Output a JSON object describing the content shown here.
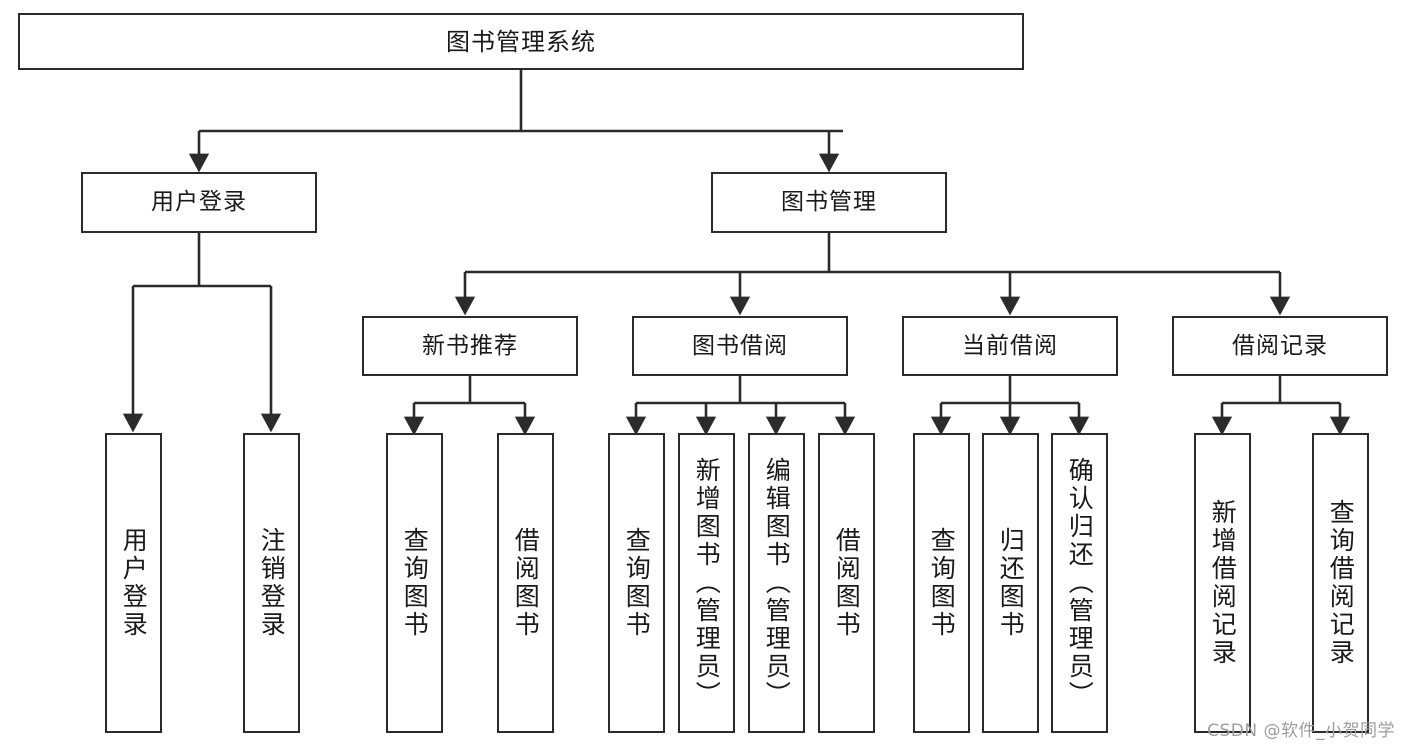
{
  "diagram": {
    "title": "图书管理系统",
    "type": "tree-hierarchy",
    "root": {
      "label": "图书管理系统"
    },
    "level2": [
      {
        "label": "用户登录"
      },
      {
        "label": "图书管理"
      }
    ],
    "level3": [
      {
        "label": "新书推荐"
      },
      {
        "label": "图书借阅"
      },
      {
        "label": "当前借阅"
      },
      {
        "label": "借阅记录"
      }
    ],
    "leaves": {
      "user_login": [
        {
          "label": "用户登录"
        },
        {
          "label": "注销登录"
        }
      ],
      "new_book_recommend": [
        {
          "label": "查询图书"
        },
        {
          "label": "借阅图书"
        }
      ],
      "book_borrow": [
        {
          "label": "查询图书"
        },
        {
          "label": "新增图书（管理员）"
        },
        {
          "label": "编辑图书（管理员）"
        },
        {
          "label": "借阅图书"
        }
      ],
      "current_borrow": [
        {
          "label": "查询图书"
        },
        {
          "label": "归还图书"
        },
        {
          "label": "确认归还（管理员）"
        }
      ],
      "borrow_records": [
        {
          "label": "新增借阅记录"
        },
        {
          "label": "查询借阅记录"
        }
      ]
    }
  },
  "watermark": {
    "text": "CSDN @软件_小贺同学"
  },
  "colors": {
    "border": "#2b2b2b",
    "text": "#1a1a1a",
    "background": "#ffffff",
    "watermark": "#9d9d9d"
  }
}
